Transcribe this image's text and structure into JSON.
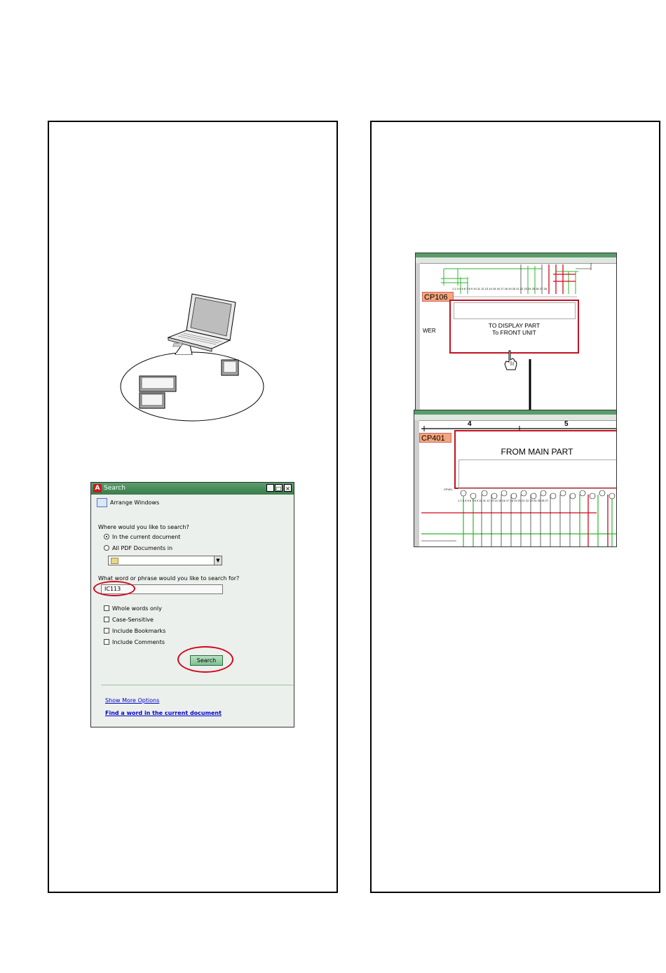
{
  "search_dialog": {
    "title": "Search",
    "arrange_windows": "Arrange Windows",
    "where_label": "Where would you like to search?",
    "option_current": "In the current document",
    "option_all": "All PDF Documents in",
    "what_label": "What word or phrase would you like to search for?",
    "search_value": "IC113",
    "whole_words": "Whole words only",
    "case_sensitive": "Case-Sensitive",
    "include_bookmarks": "Include Bookmarks",
    "include_comments": "Include Comments",
    "search_button": "Search",
    "show_more": "Show More Options",
    "find_word": "Find a word in the current document",
    "minimize": "_",
    "maximize": "□",
    "close": "×"
  },
  "schematic_top": {
    "connector": "CP106",
    "box_line1": "TO DISPLAY PART",
    "box_line2": "To FRONT UNIT",
    "side_label": "WER",
    "pins": [
      "1",
      "2",
      "3",
      "4",
      "5",
      "6",
      "7",
      "8",
      "9",
      "10",
      "11",
      "12",
      "13",
      "14",
      "15",
      "16",
      "17",
      "18",
      "19",
      "20",
      "21",
      "22",
      "23",
      "24",
      "25",
      "26",
      "27",
      "28"
    ]
  },
  "schematic_bottom": {
    "col4": "4",
    "col5": "5",
    "connector": "CP401",
    "box_title": "FROM MAIN PART",
    "pin_tag": "CP401",
    "pins": [
      "1",
      "2",
      "3",
      "4",
      "5",
      "6",
      "7",
      "8",
      "9",
      "10",
      "11",
      "12",
      "13",
      "14",
      "15",
      "16",
      "17",
      "18",
      "19",
      "20",
      "21",
      "22",
      "23",
      "24",
      "25",
      "26",
      "27"
    ]
  }
}
